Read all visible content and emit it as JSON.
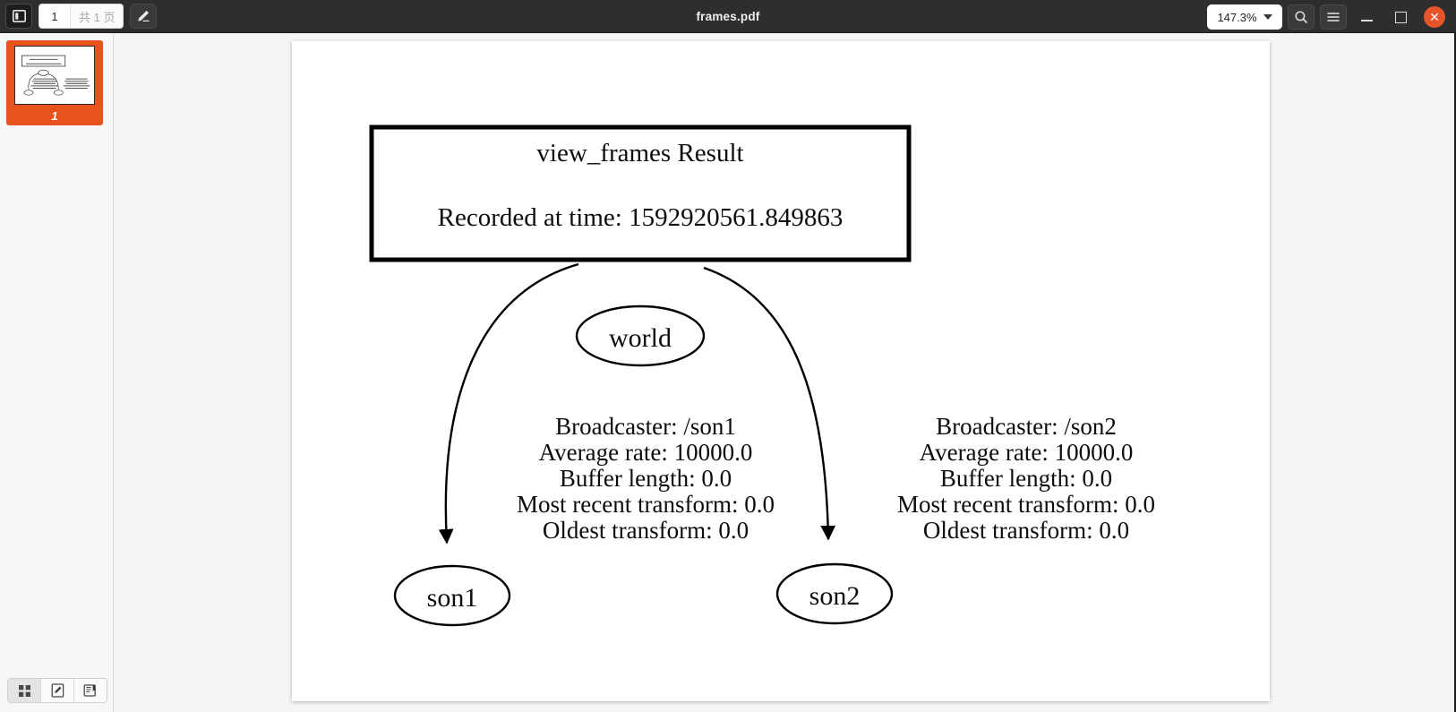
{
  "window": {
    "title": "frames.pdf",
    "minimize_label": "Minimize",
    "maximize_label": "Maximize",
    "close_label": "Close"
  },
  "toolbar": {
    "sidebar_toggle_name": "sidebar-panel-icon",
    "page_current": "1",
    "page_total": "共 1 页",
    "annotate_label": "Annotate",
    "zoom_level": "147.3%",
    "search_label": "Search",
    "menu_label": "Menu"
  },
  "sidebar": {
    "thumbnails": [
      {
        "page_number": "1",
        "selected": true
      }
    ],
    "bottom_tabs": [
      {
        "name": "thumbnails-tab",
        "icon": "grid-icon",
        "active": true
      },
      {
        "name": "annotations-tab",
        "icon": "pencil-icon",
        "active": false
      },
      {
        "name": "bookmarks-tab",
        "icon": "bookmark-icon",
        "active": false
      }
    ]
  },
  "document": {
    "header_box": {
      "title": "view_frames Result",
      "subtitle": "Recorded at time: 1592920561.849863"
    },
    "graph": {
      "nodes": [
        {
          "id": "world",
          "label": "world"
        },
        {
          "id": "son1",
          "label": "son1"
        },
        {
          "id": "son2",
          "label": "son2"
        }
      ],
      "edges": [
        {
          "from": "world",
          "to": "son1",
          "lines": [
            "Broadcaster: /son1",
            "Average rate: 10000.0",
            "Buffer length: 0.0",
            "Most recent transform: 0.0",
            "Oldest transform: 0.0"
          ]
        },
        {
          "from": "world",
          "to": "son2",
          "lines": [
            "Broadcaster: /son2",
            "Average rate: 10000.0",
            "Buffer length: 0.0",
            "Most recent transform: 0.0",
            "Oldest transform: 0.0"
          ]
        }
      ]
    }
  },
  "colors": {
    "titlebar_bg": "#2e2e2e",
    "accent_orange": "#e8521f",
    "close_red": "#e8542a",
    "viewer_bg": "#f5f5f5",
    "page_bg": "#ffffff",
    "ink": "#0d0d0d"
  }
}
